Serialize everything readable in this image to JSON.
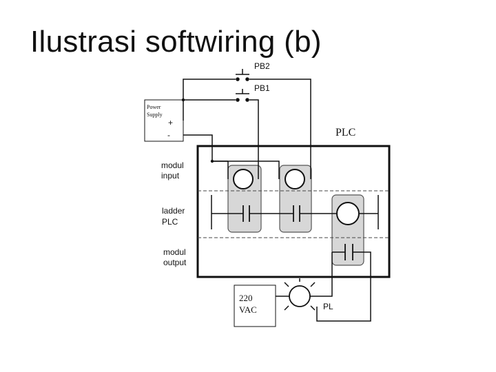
{
  "title": "Ilustrasi softwiring (b)",
  "labels": {
    "pb2": "PB2",
    "pb1": "PB1",
    "power_supply_line1": "Power",
    "power_supply_line2": "Supply",
    "plus": "+",
    "minus": "-",
    "plc": "PLC",
    "modul_input_1": "modul",
    "modul_input_2": "input",
    "ladder_plc_1": "ladder",
    "ladder_plc_2": "PLC",
    "modul_output_1": "modul",
    "modul_output_2": "output",
    "vac_1": "220",
    "vac_2": "VAC",
    "pl": "PL"
  }
}
